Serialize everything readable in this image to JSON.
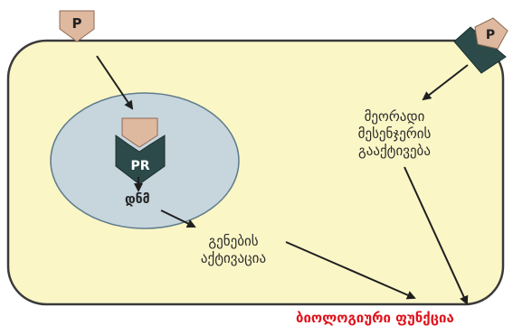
{
  "colors": {
    "cell_fill": "#fbf6c6",
    "cell_stroke": "#3a3a3a",
    "nucleus_fill": "#c7d5dd",
    "nucleus_stroke": "#5f7c8c",
    "ligand_fill": "#deb89f",
    "ligand_stroke": "#8e6a53",
    "receptor_fill": "#2c4a49",
    "result_text": "#e0121b"
  },
  "icons": {
    "ligand": "pentagon-hormone-icon",
    "receptor": "chevron-receptor-icon"
  },
  "labels": {
    "ligand_outside": "P",
    "ligand_membrane": "P",
    "receptor_nuclear": "PR",
    "dna": "დნმ",
    "gene_activation_line1": "გენების",
    "gene_activation_line2": "აქტივაცია",
    "second_messenger_line1": "მეორადი",
    "second_messenger_line2": "მესენჯერის",
    "second_messenger_line3": "გააქტივება",
    "biological_function": "ბიოლოგიური ფუნქცია"
  }
}
